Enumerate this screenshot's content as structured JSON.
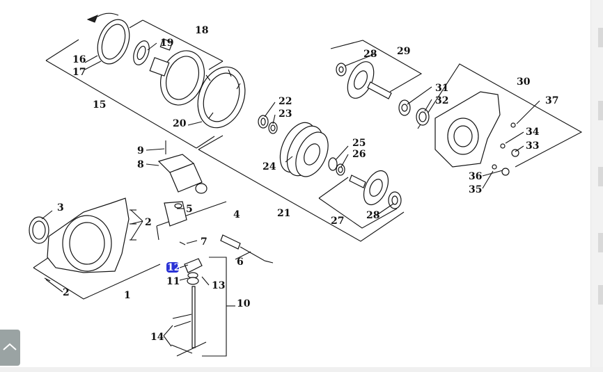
{
  "callouts": {
    "c1": "1",
    "c2a": "2",
    "c2b": "2",
    "c3": "3",
    "c4": "4",
    "c5": "5",
    "c6": "6",
    "c7": "7",
    "c8": "8",
    "c9": "9",
    "c10": "10",
    "c11": "11",
    "c12": "12",
    "c13": "13",
    "c14": "14",
    "c15": "15",
    "c16": "16",
    "c17": "17",
    "c18": "18",
    "c19": "19",
    "c20": "20",
    "c21": "21",
    "c22": "22",
    "c23": "23",
    "c24": "24",
    "c25": "25",
    "c26": "26",
    "c27": "27",
    "c28a": "28",
    "c28b": "28",
    "c29": "29",
    "c30": "30",
    "c31": "31",
    "c32": "32",
    "c33": "33",
    "c34": "34",
    "c35": "35",
    "c36": "36",
    "c37": "37"
  },
  "highlight_color": "#2b33d6",
  "icons": {
    "scroll_top": "chevron-up-icon"
  }
}
